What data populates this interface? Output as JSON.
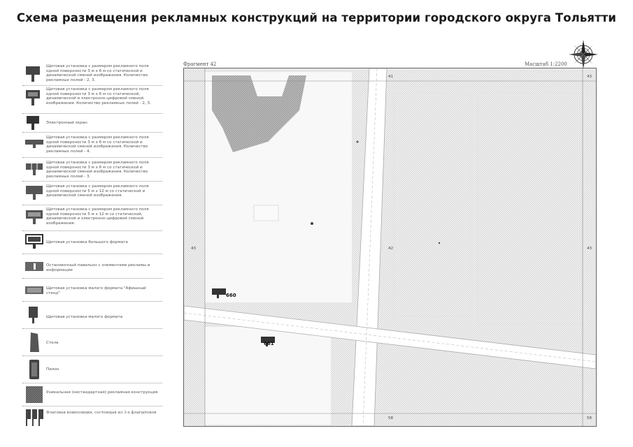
{
  "title": "Схема размещения рекламных конструкций на территории городского округа Тольятти",
  "fragment_label": "Фрагмент 42",
  "scale_label": "Масштаб 1:2200",
  "legend": [
    {
      "icon": "billboard-3x6-static-dynamic-icon",
      "text": "Щитовая установка с размером рекламного поля одной поверхности 3 м х 6 м со статической и динамической сменой изображения. Количество рекламных полей - 2, 3."
    },
    {
      "icon": "billboard-3x6-digital-icon",
      "text": "Щитовая установка с размером рекламного поля одной поверхности 3 м х 6 м со статической, динамической и электронно-цифровой сменой изображения. Количество рекламных полей - 2, 3."
    },
    {
      "icon": "electronic-screen-icon",
      "text": "Электронный экран"
    },
    {
      "icon": "billboard-4-fields-icon",
      "text": "Щитовая установка с размером рекламного поля одной поверхности 3 м х 6 м со статической и динамической сменой изображения. Количество рекламных полей - 4."
    },
    {
      "icon": "billboard-3-fields-icon",
      "text": "Щитовая установка с размером рекламного поля одной поверхности 3 м х 6 м со статической и динамической сменой изображения. Количество рекламных полей - 3."
    },
    {
      "icon": "billboard-5x12-static-dynamic-icon",
      "text": "Щитовая установка с размером рекламного поля одной поверхности 5 м х 12 м со статической и динамической сменой изображения."
    },
    {
      "icon": "billboard-5x12-digital-icon",
      "text": "Щитовая установка с размером рекламного поля одной поверхности 5 м х 12 м со статической, динамической и электронно-цифровой сменой изображения."
    },
    {
      "icon": "large-format-billboard-icon",
      "text": "Щитовая установка большого формата"
    },
    {
      "icon": "bus-stop-pavilion-icon",
      "text": "Остановочный павильон с элементами рекламы и информации"
    },
    {
      "icon": "small-format-billboard-icon",
      "text": "Щитовая установка малого формата \"Афишный стенд\""
    },
    {
      "icon": "small-billboard-icon",
      "text": "Щитовая установка малого формата"
    },
    {
      "icon": "stele-icon",
      "text": "Стела"
    },
    {
      "icon": "pylon-icon",
      "text": "Пилон"
    },
    {
      "icon": "unique-construction-icon",
      "text": "Уникальная (нестандартная) рекламная конструкция"
    },
    {
      "icon": "flag-composition-icon",
      "text": "Флаговая композиция, состоящая из 3-х флагштоков"
    }
  ],
  "map": {
    "grid_labels": [
      "41",
      "42",
      "43",
      "43",
      "43",
      "58",
      "58"
    ],
    "markers": [
      {
        "id": "660",
        "icon": "billboard-marker-icon"
      },
      {
        "id": "661",
        "icon": "billboard-marker-icon"
      }
    ]
  }
}
